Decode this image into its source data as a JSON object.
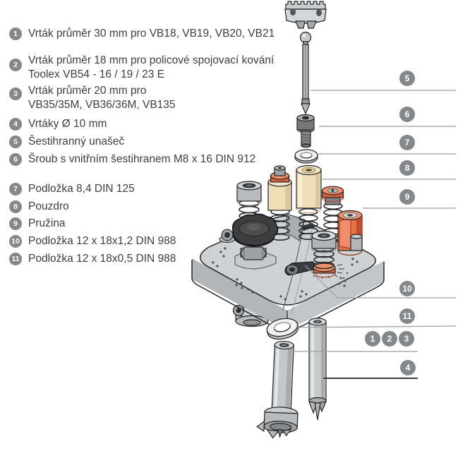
{
  "colors": {
    "callout_circle": "#85888b",
    "leader_line": "#9b9ea1",
    "leader_line_dark": "#3a3a3a",
    "text": "#3e3e3e",
    "cream": "#eedfb9",
    "cream_light": "#f5e9cd",
    "cream_shade": "#dcc69b",
    "orange": "#e4714a",
    "orange_light": "#ef9169",
    "orange_dark": "#c14e2e",
    "metal_light": "#d5d8da",
    "metal_mid": "#b7bbbe",
    "metal_dark": "#8e9295",
    "knob_black": "#3e3e40"
  },
  "legend": {
    "items": [
      {
        "num": "1",
        "lines": [
          "Vrták průměr 30 mm pro VB18, VB19, VB20, VB21"
        ]
      },
      {
        "num": "2",
        "lines": [
          "Vrták průměr 18 mm pro policové spojovací kování",
          "Toolex VB54 - 16 / 19 / 23 E"
        ]
      },
      {
        "num": "3",
        "lines": [
          "Vrták průměr 20 mm pro",
          "VB35/35M, VB36/36M, VB135"
        ]
      },
      {
        "num": "4",
        "lines": [
          "Vrtáky Ø 10 mm"
        ]
      },
      {
        "num": "5",
        "lines": [
          "Šestihranný unašeč"
        ]
      },
      {
        "num": "6",
        "lines": [
          "Šroub s vnitřním šestihranem M8 x 16 DIN 912"
        ]
      },
      {
        "num": "7",
        "lines": [
          "Podložka 8,4 DIN 125"
        ]
      },
      {
        "num": "8",
        "lines": [
          "Pouzdro"
        ]
      },
      {
        "num": "9",
        "lines": [
          "Pružina"
        ]
      },
      {
        "num": "10",
        "lines": [
          "Podložka 12 x 18x1,2 DIN 988"
        ]
      },
      {
        "num": "11",
        "lines": [
          "Podložka 12 x 18x0,5 DIN 988"
        ]
      }
    ]
  },
  "callouts": {
    "c1": "1",
    "c2": "2",
    "c3": "3",
    "c4": "4",
    "c5": "5",
    "c6": "6",
    "c7": "7",
    "c8": "8",
    "c9": "9",
    "c10": "10",
    "c11": "11"
  }
}
